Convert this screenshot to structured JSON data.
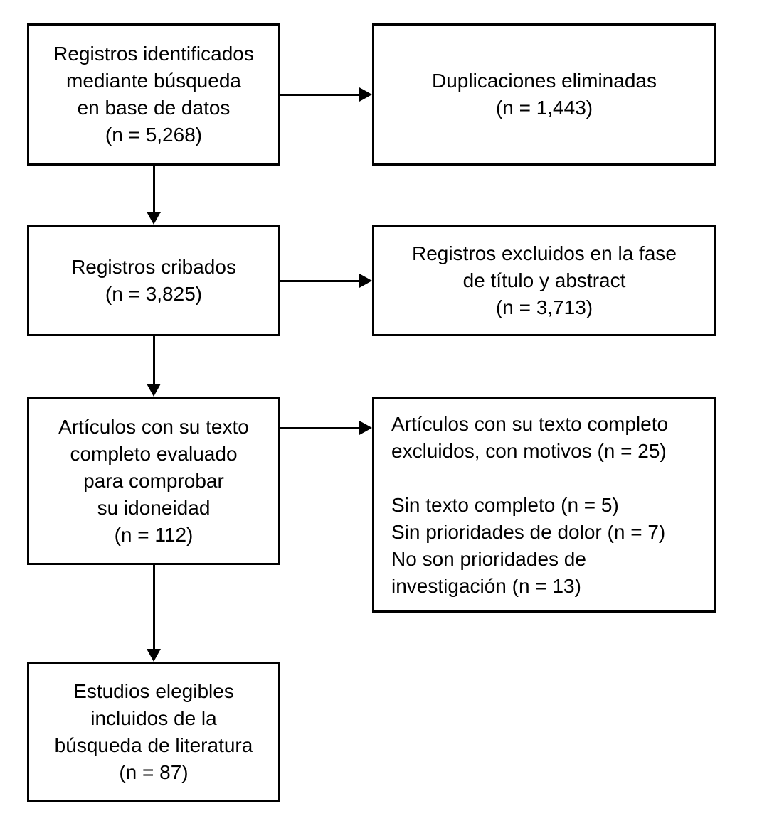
{
  "diagram": {
    "type": "prisma-flowchart",
    "language": "es",
    "background_color": "#ffffff",
    "line_color": "#000000",
    "boxes": [
      {
        "id": "records-identified",
        "text": "Registros identificados\nmediante búsqueda\nen base de datos\n(n = 5,268)",
        "count": "5,268"
      },
      {
        "id": "duplicates-removed",
        "text": "Duplicaciones eliminadas\n(n = 1,443)",
        "count": "1,443"
      },
      {
        "id": "records-screened",
        "text": "Registros cribados\n(n = 3,825)",
        "count": "3,825"
      },
      {
        "id": "records-excluded-title-abstract",
        "text": "Registros excluidos en la fase\nde título y abstract\n(n = 3,713)",
        "count": "3,713"
      },
      {
        "id": "full-text-assessed",
        "text": "Artículos con su texto\ncompleto evaluado\npara comprobar\nsu idoneidad\n(n = 112)",
        "count": "112"
      },
      {
        "id": "full-text-excluded",
        "text": "Artículos con su texto completo\nexcluidos, con motivos (n = 25)\n\nSin texto completo (n = 5)\nSin prioridades de dolor (n = 7)\nNo son prioridades de\ninvestigación (n = 13)",
        "count": "25",
        "reasons": [
          {
            "label": "Sin texto completo",
            "count": "5"
          },
          {
            "label": "Sin prioridades de dolor",
            "count": "7"
          },
          {
            "label": "No son prioridades de investigación",
            "count": "13"
          }
        ]
      },
      {
        "id": "studies-included",
        "text": "Estudios elegibles\nincluidos de la\nbúsqueda de literatura\n(n = 87)",
        "count": "87"
      }
    ],
    "edges": [
      {
        "from": "records-identified",
        "to": "duplicates-removed",
        "direction": "right"
      },
      {
        "from": "records-identified",
        "to": "records-screened",
        "direction": "down"
      },
      {
        "from": "records-screened",
        "to": "records-excluded-title-abstract",
        "direction": "right"
      },
      {
        "from": "records-screened",
        "to": "full-text-assessed",
        "direction": "down"
      },
      {
        "from": "full-text-assessed",
        "to": "full-text-excluded",
        "direction": "right"
      },
      {
        "from": "full-text-assessed",
        "to": "studies-included",
        "direction": "down"
      }
    ]
  }
}
